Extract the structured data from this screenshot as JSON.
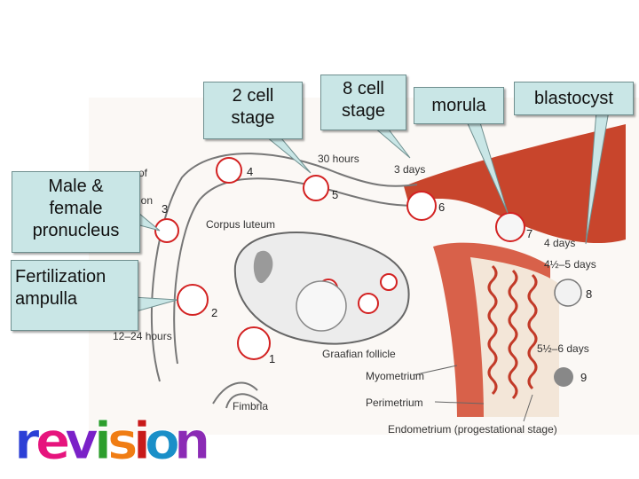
{
  "callouts": {
    "two_cell": [
      "2 cell",
      "stage"
    ],
    "eight_cell": [
      "8 cell",
      "stage"
    ],
    "morula": "morula",
    "blastocyst": "blastocyst",
    "pronucleus": [
      "Male &",
      "female",
      "pronucleus"
    ],
    "fertilization": [
      "Fertilization",
      "ampulla"
    ]
  },
  "figure": {
    "times": {
      "t30h": "30 hours",
      "t3d": "3 days",
      "t4d": "4 days",
      "t45d": "4½–5 days",
      "t556d": "5½–6 days",
      "t1224h": "12–24 hours"
    },
    "structures": {
      "corpus_luteum": "Corpus luteum",
      "graafian": "Graafian follicle",
      "myometrium": "Myometrium",
      "perimetrium": "Perimetrium",
      "endometrium": "Endometrium (progestational stage)",
      "fimbria": "Fimbria"
    },
    "partial": {
      "p1": "of",
      "p2": "ion"
    },
    "numbers": [
      "1",
      "2",
      "3",
      "4",
      "5",
      "6",
      "7",
      "8",
      "9"
    ]
  },
  "revision": {
    "letters": [
      "r",
      "e",
      "v",
      "i",
      "s",
      "i",
      "o",
      "n"
    ],
    "colors": [
      "#2c3fd6",
      "#e6147d",
      "#7a21c8",
      "#2d9e2d",
      "#f07d14",
      "#c81a1a",
      "#1a8fc8",
      "#8b2bb5"
    ]
  },
  "colors": {
    "callout_bg": "#c9e6e6",
    "stage_ring": "#d32222",
    "muscle": "#c8452c"
  }
}
